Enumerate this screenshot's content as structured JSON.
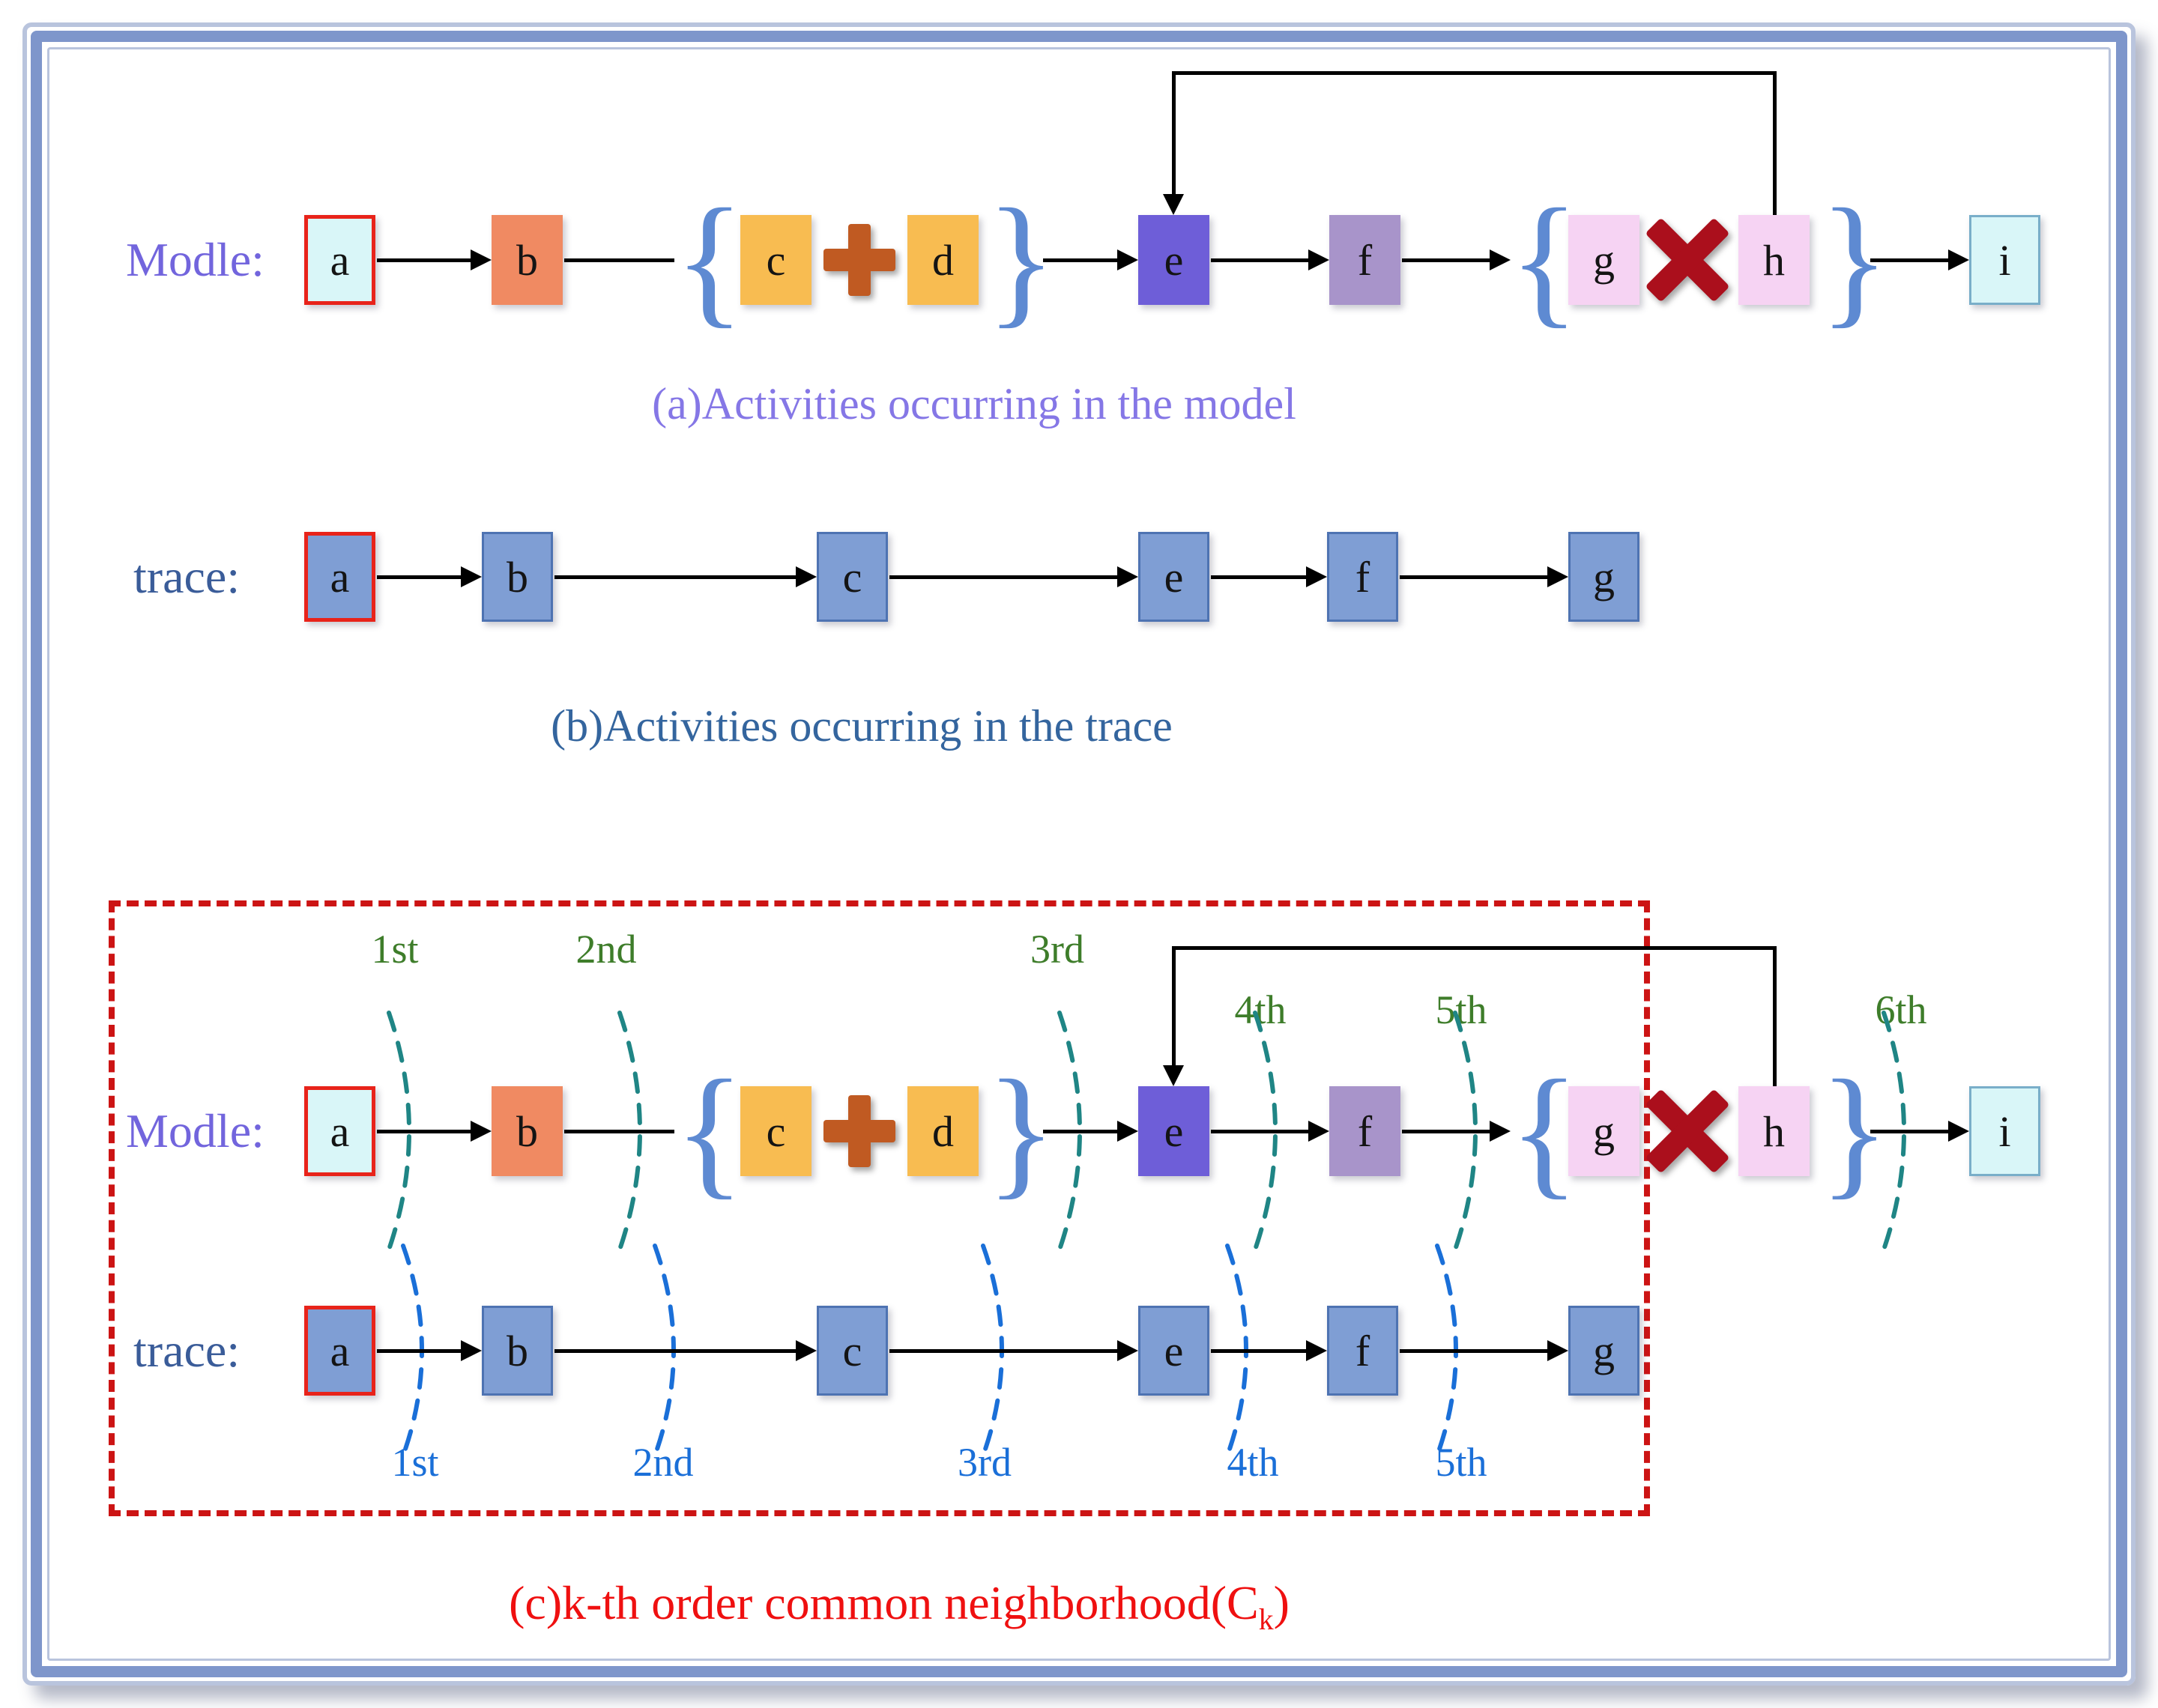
{
  "model": {
    "label": "Modle:",
    "letters": [
      "a",
      "b",
      "c",
      "d",
      "e",
      "f",
      "g",
      "h",
      "i"
    ]
  },
  "trace": {
    "label": "trace:",
    "letters": [
      "a",
      "b",
      "c",
      "e",
      "f",
      "g"
    ]
  },
  "glyphs": {
    "open_brace": "{",
    "close_brace": "}"
  },
  "icons": {
    "plus": "and-split-plus",
    "cross": "xor-split-cross"
  },
  "captions": {
    "a": "(a)Activities occurring in the model",
    "b": "(b)Activities occurring in the trace",
    "c_prefix": "(c)k-th order common neighborhood(C",
    "c_sub": "k",
    "c_suffix": ")"
  },
  "orders": {
    "model": [
      "1st",
      "2nd",
      "3rd",
      "4th",
      "5th",
      "6th"
    ],
    "trace": [
      "1st",
      "2nd",
      "3rd",
      "4th",
      "5th"
    ]
  },
  "colors": {
    "frame_blue": "#7e96cb",
    "frame_light": "#b9c4dd",
    "label_model": "#7265dd",
    "label_trace": "#3a5c99",
    "caption_a": "#8577e6",
    "caption_b": "#34659e",
    "caption_c": "#ef1010",
    "box_a_fill": "#d9f6f8",
    "box_a_border": "#e8231a",
    "box_b_fill": "#f08a62",
    "box_cd_fill": "#f8bc51",
    "box_e_fill": "#6e5ed8",
    "box_f_fill": "#a894ca",
    "box_gh_fill": "#f6d3f3",
    "box_i_fill": "#d9f6f8",
    "box_i_border": "#79aec9",
    "trace_box_fill": "#7f9ed4",
    "trace_box_border": "#4e73b2",
    "brace": "#5e8ad2",
    "plus_icon": "#c05a22",
    "cross_icon": "#ab0f1c",
    "arrow": "#000000",
    "dashed_box": "#cc1414",
    "arc_model": "#1f8585",
    "arc_trace": "#1a6fd8",
    "order_model": "#3e7d2a",
    "order_trace": "#1a6fd8"
  }
}
